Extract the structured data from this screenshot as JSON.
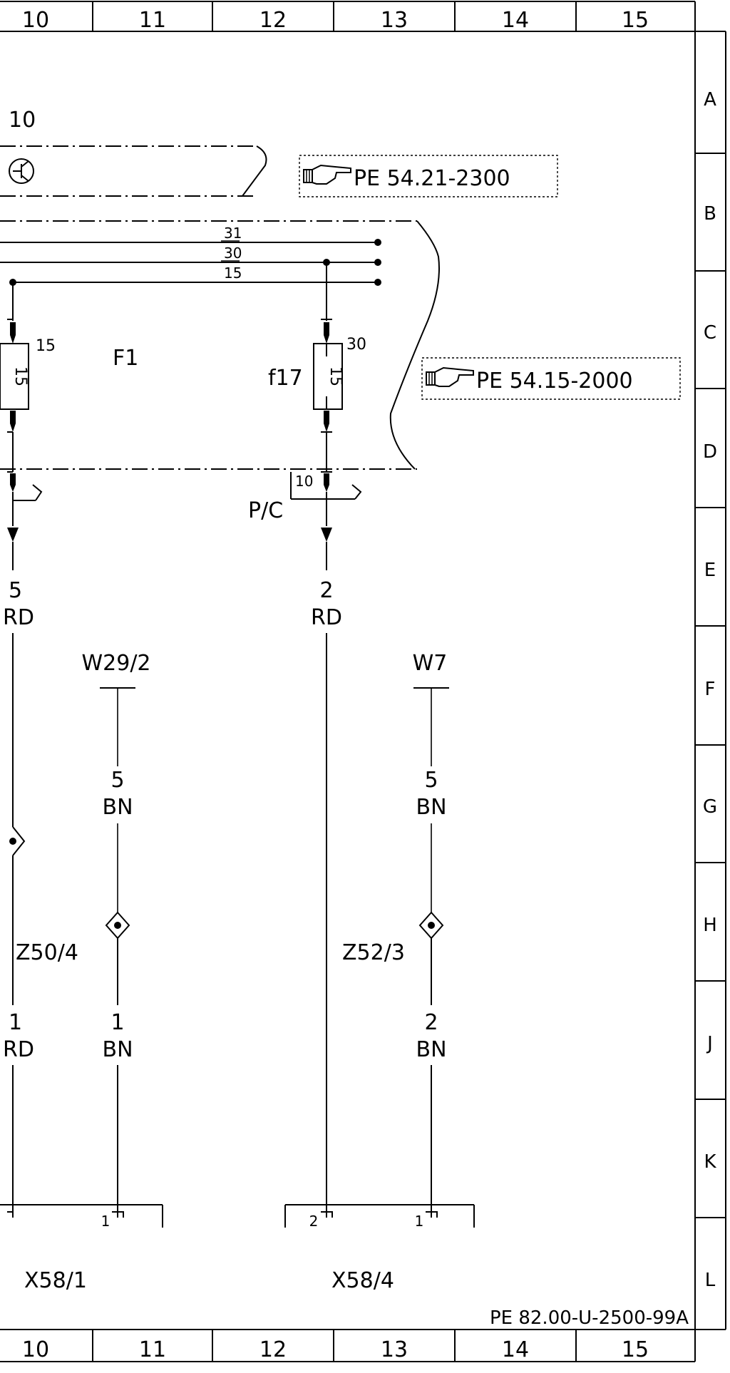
{
  "grid": {
    "columns": [
      "10",
      "11",
      "12",
      "13",
      "14",
      "15"
    ],
    "rows": [
      "A",
      "B",
      "C",
      "D",
      "E",
      "F",
      "G",
      "H",
      "J",
      "K",
      "L"
    ]
  },
  "labels": {
    "connector_top": "10",
    "ref_b": "PE 54.21-2300",
    "ref_c": "PE 54.15-2000",
    "bus_31": "31",
    "bus_30": "30",
    "bus_15": "15",
    "fuse_left_term": "15",
    "fuse_box": "F1",
    "fuse_f17": "f17",
    "fuse_f17_rating": "15",
    "fuse_f17_term": "30",
    "fuse_left_rating": "15",
    "pc_pin": "10",
    "pc_label": "P/C",
    "left_wire_size": "5",
    "left_wire_color": "RD",
    "center_wire_size": "2",
    "center_wire_color": "RD",
    "w29": "W29/2",
    "w7": "W7",
    "w29_size": "5",
    "w29_color": "BN",
    "w7_size": "5",
    "w7_color": "BN",
    "z50": "Z50/4",
    "z52": "Z52/3",
    "left_low_size": "1",
    "left_low_color": "RD",
    "z50_size": "1",
    "z50_color": "BN",
    "z52_size": "2",
    "z52_color": "BN",
    "x58_1_pin": "1",
    "x58_4_pin2": "2",
    "x58_4_pin1": "1",
    "x58_1": "X58/1",
    "x58_4": "X58/4",
    "doc_number": "PE 82.00-U-2500-99A"
  },
  "icons": {
    "ref_pointer": "pointing-hand-icon",
    "transistor": "transistor-symbol-icon",
    "splice": "splice-diamond-icon"
  }
}
